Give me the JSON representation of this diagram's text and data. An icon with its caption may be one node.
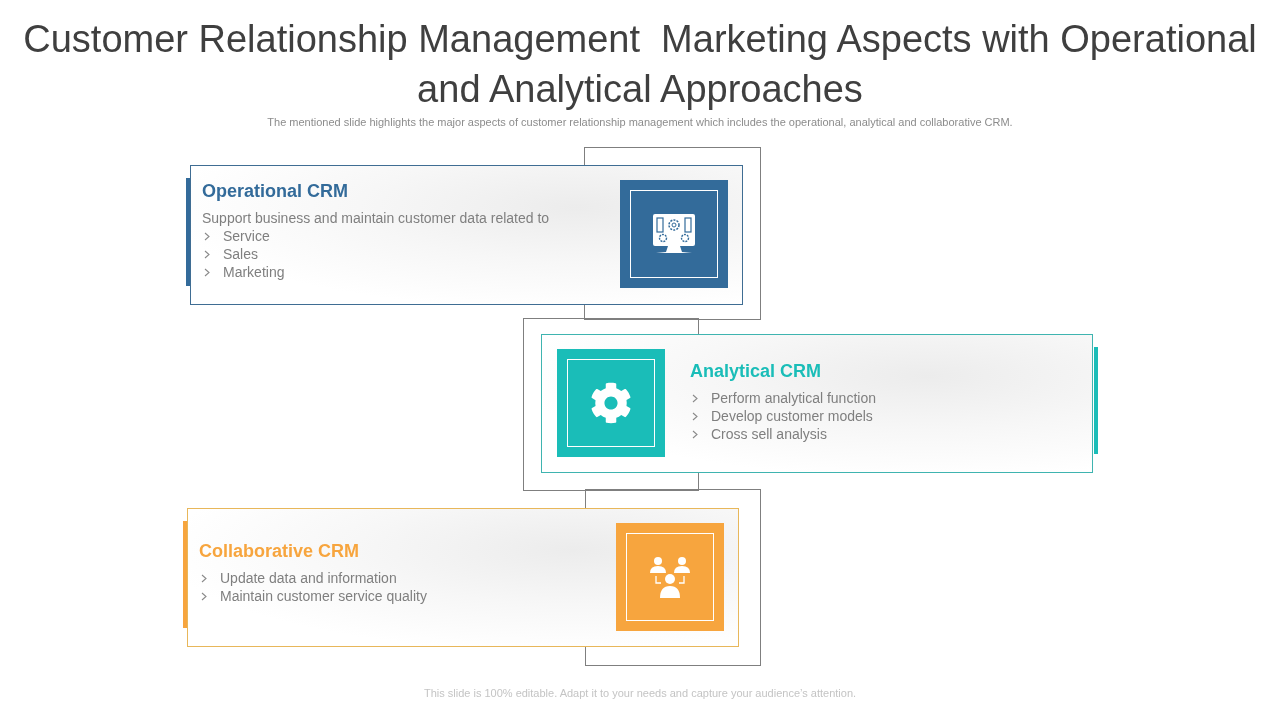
{
  "diagram": {
    "title": "Customer Relationship Management  Marketing Aspects with Operational and Analytical Approaches",
    "nodes": [
      {
        "text": [
          "Operational CRM",
          "Support business and maintain customer data related to",
          "Service",
          "Sales",
          "Marketing"
        ]
      },
      {
        "text": [
          "Analytical CRM",
          "Perform analytical function",
          "Develop customer models",
          "Cross sell analysis"
        ]
      },
      {
        "text": [
          "Collaborative CRM",
          "Update data and information",
          "Maintain customer service quality"
        ]
      }
    ],
    "labels": [
      "The mentioned slide highlights the major aspects of customer relationship management which includes the operational, analytical and collaborative CRM.",
      "This slide is 100% editable. Adapt it to your needs and capture your audience’s attention."
    ]
  }
}
